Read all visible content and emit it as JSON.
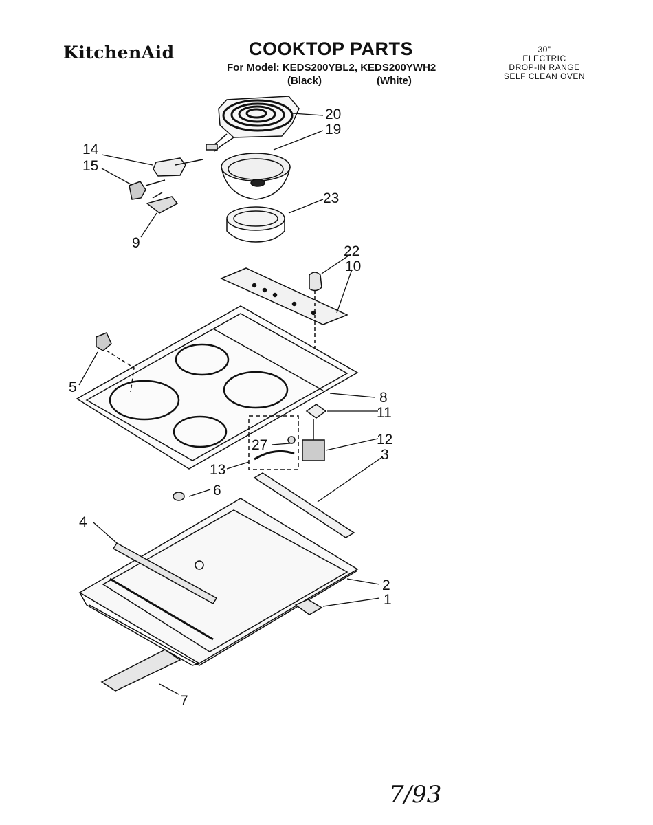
{
  "header": {
    "brand": "KitchenAid",
    "title": "COOKTOP PARTS",
    "model_line": "For Model: KEDS200YBL2, KEDS200YWH2",
    "color_black": "(Black)",
    "color_white": "(White)",
    "description": [
      "30\"",
      "ELECTRIC",
      "DROP-IN RANGE",
      "SELF CLEAN OVEN"
    ]
  },
  "part_labels": {
    "p20": "20",
    "p19": "19",
    "p14": "14",
    "p15": "15",
    "p23": "23",
    "p9": "9",
    "p22": "22",
    "p10": "10",
    "p5": "5",
    "p8": "8",
    "p11": "11",
    "p12": "12",
    "p27": "27",
    "p3": "3",
    "p13": "13",
    "p6": "6",
    "p4": "4",
    "p2": "2",
    "p1": "1",
    "p7": "7"
  },
  "footer": {
    "date": "7/93"
  }
}
